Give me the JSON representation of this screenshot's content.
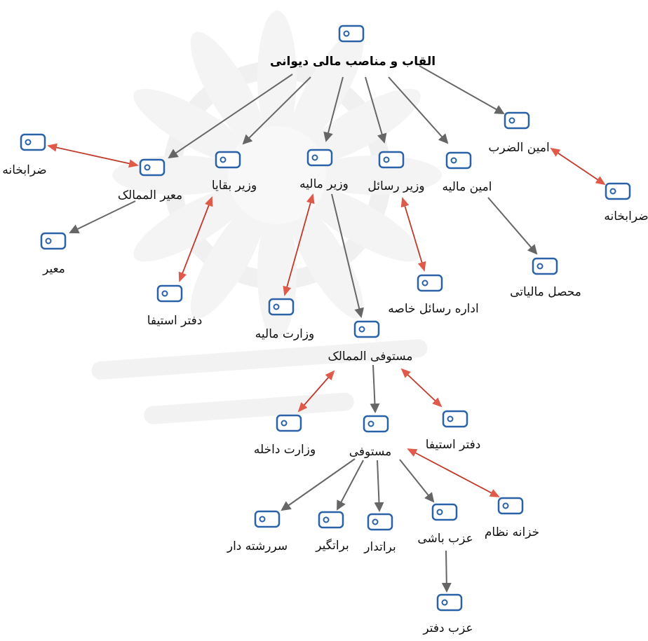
{
  "root": {
    "label": "القاب و مناصب مالی دیوانی"
  },
  "nodes": {
    "moayyer_al_mamalek": "معیر الممالک",
    "vazir_baghaya": "وزیر بقایا",
    "vazir_maliye": "وزیر مالیه",
    "vazir_rasael": "وزیر رسائل",
    "amin_maliye": "امین مالیه",
    "amin_al_zarb": "امین الضرب",
    "zarrabkhane_left": "ضرابخانه",
    "zarrabkhane_right": "ضرابخانه",
    "moayyer": "معیر",
    "daftar_estifa_top": "دفتر  استیفا",
    "vezarat_maliye": "وزارت مالیه",
    "edare_rasael": "اداره رسائل خاصه",
    "mohassel": "محصل مالیاتی",
    "mostowfi_al_mamalek": "مستوفی الممالک",
    "vezarat_dakhele": "وزارت داخله",
    "mostowfi": "مستوفی",
    "daftar_estifa_low": "دفتر استیفا",
    "khazane_nezam": "خزانه نظام",
    "sar_reshte_dar": "سررشته دار",
    "baratgir": "براتگیر",
    "baratdar": "براتدار",
    "azab_bashi": "عزب باشی",
    "azab_daftar": "عزب دفتر"
  },
  "edges": {
    "hierarchy": [
      [
        "root",
        "moayyer_al_mamalek"
      ],
      [
        "root",
        "vazir_baghaya"
      ],
      [
        "root",
        "vazir_maliye"
      ],
      [
        "root",
        "vazir_rasael"
      ],
      [
        "root",
        "amin_maliye"
      ],
      [
        "root",
        "amin_al_zarb"
      ],
      [
        "moayyer_al_mamalek",
        "moayyer"
      ],
      [
        "amin_maliye",
        "mohassel"
      ],
      [
        "vazir_maliye",
        "mostowfi_al_mamalek"
      ],
      [
        "mostowfi_al_mamalek",
        "mostowfi"
      ],
      [
        "mostowfi",
        "sar_reshte_dar"
      ],
      [
        "mostowfi",
        "baratgir"
      ],
      [
        "mostowfi",
        "baratdar"
      ],
      [
        "mostowfi",
        "azab_bashi"
      ],
      [
        "azab_bashi",
        "azab_daftar"
      ]
    ],
    "bidirectional": [
      [
        "zarrabkhane_left",
        "moayyer_al_mamalek"
      ],
      [
        "amin_al_zarb",
        "zarrabkhane_right"
      ],
      [
        "vazir_baghaya",
        "daftar_estifa_top"
      ],
      [
        "vazir_maliye",
        "vezarat_maliye"
      ],
      [
        "vazir_rasael",
        "edare_rasael"
      ],
      [
        "mostowfi_al_mamalek",
        "vezarat_dakhele"
      ],
      [
        "mostowfi_al_mamalek",
        "daftar_estifa_low"
      ],
      [
        "mostowfi",
        "khazane_nezam"
      ]
    ]
  },
  "colors": {
    "hierarchy_edge": "#666666",
    "bidirectional_edge": "#c0392b",
    "arrowhead_red": "#e05a4a",
    "node_icon": "#2a62a8",
    "watermark": "#e6e6e6"
  },
  "icons": {
    "node": "node-card-icon"
  }
}
